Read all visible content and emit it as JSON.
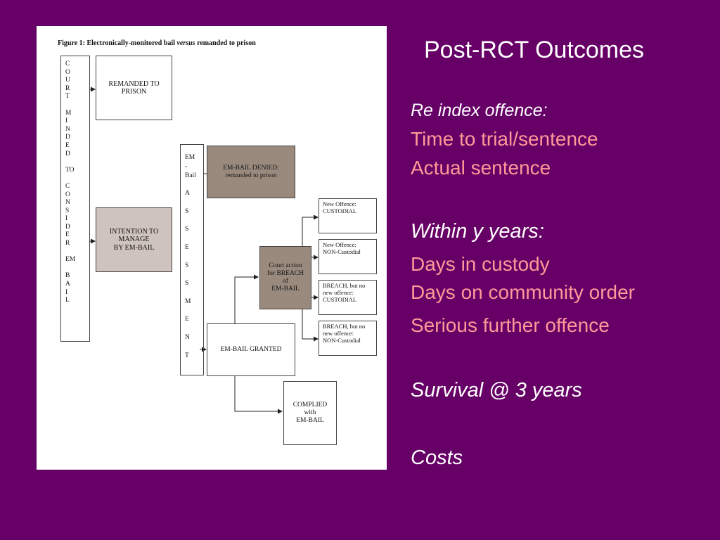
{
  "slide": {
    "title": "Post-RCT Outcomes",
    "sections": [
      {
        "heading": "Re index offence:",
        "items": [
          "Time to trial/sentence",
          "Actual sentence"
        ]
      },
      {
        "heading": "Within y years:",
        "items": [
          "Days in custody",
          "Days on community order",
          "Serious further offence"
        ]
      },
      {
        "heading": "Survival @ 3 years",
        "items": []
      },
      {
        "heading": "Costs",
        "items": []
      }
    ]
  },
  "figure": {
    "title_a": "Figure 1: Electronically-monitored bail ",
    "title_em": "versus",
    "title_b": " remanded to prison",
    "court_column": "C\nO\nU\nR\nT\n\nM\nI\nN\nD\nE\nD\n\nTO\n\nC\nO\nN\nS\nI\nD\nE\nR\n\nEM\n\nB\nA\nI\nL",
    "remanded": "REMANDED TO\nPRISON",
    "intention": "INTENTION TO\nMANAGE\nBY EM-BAIL",
    "assessment_column": "EM\n-\nBail\n\nA\n\nS\n\nS\n\nE\n\nS\n\nS\n\nM\n\nE\n\nN\n\nT",
    "denied": "EM-BAIL DENIED:\nremanded to prison",
    "granted": "EM-BAIL GRANTED",
    "court_action": "Court action\nfor BREACH\nof\nEM-BAIL",
    "complied": "COMPLIED\nwith\nEM-BAIL",
    "outcome1": "New Offence:\nCUSTODIAL",
    "outcome2": "New Offence:\nNON-Custodial",
    "outcome3": "BREACH, but no\nnew offence:\nCUSTODIAL",
    "outcome4": "BREACH, but no\nnew offence:\nNON-Custodial"
  },
  "colors": {
    "background": "#660066",
    "heading": "#ffffff",
    "items": "#ff9999",
    "shaded_box": "#cfc3bd",
    "dark_box": "#9a8a7e"
  }
}
